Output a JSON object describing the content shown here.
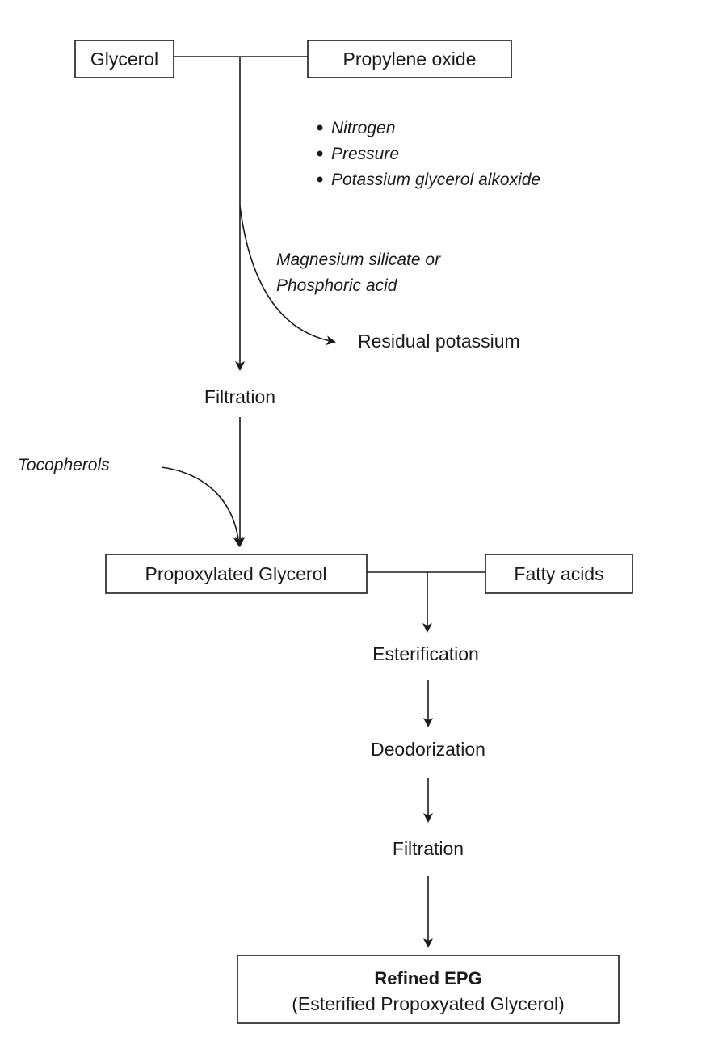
{
  "nodes": {
    "glycerol": "Glycerol",
    "propylene_oxide": "Propylene oxide",
    "conditions": [
      "Nitrogen",
      "Pressure",
      "Potassium glycerol alkoxide"
    ],
    "magnesium_line1": "Magnesium silicate or",
    "magnesium_line2": "Phosphoric acid",
    "residual_potassium": "Residual potassium",
    "filtration_1": "Filtration",
    "tocopherols": "Tocopherols",
    "propoxylated_glycerol": "Propoxylated Glycerol",
    "fatty_acids": "Fatty acids",
    "esterification": "Esterification",
    "deodorization": "Deodorization",
    "filtration_2": "Filtration",
    "refined_epg_title": "Refined EPG",
    "refined_epg_subtitle": "(Esterified Propoxyated Glycerol)"
  },
  "colors": {
    "stroke": "#1a1a1a",
    "background": "#ffffff"
  }
}
